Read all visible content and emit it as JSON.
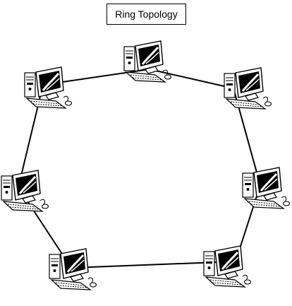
{
  "diagram": {
    "title": "Ring Topology",
    "type": "ring-network",
    "node_icon": "desktop-computer-icon",
    "node_count": 7,
    "line_color": "#000000"
  }
}
